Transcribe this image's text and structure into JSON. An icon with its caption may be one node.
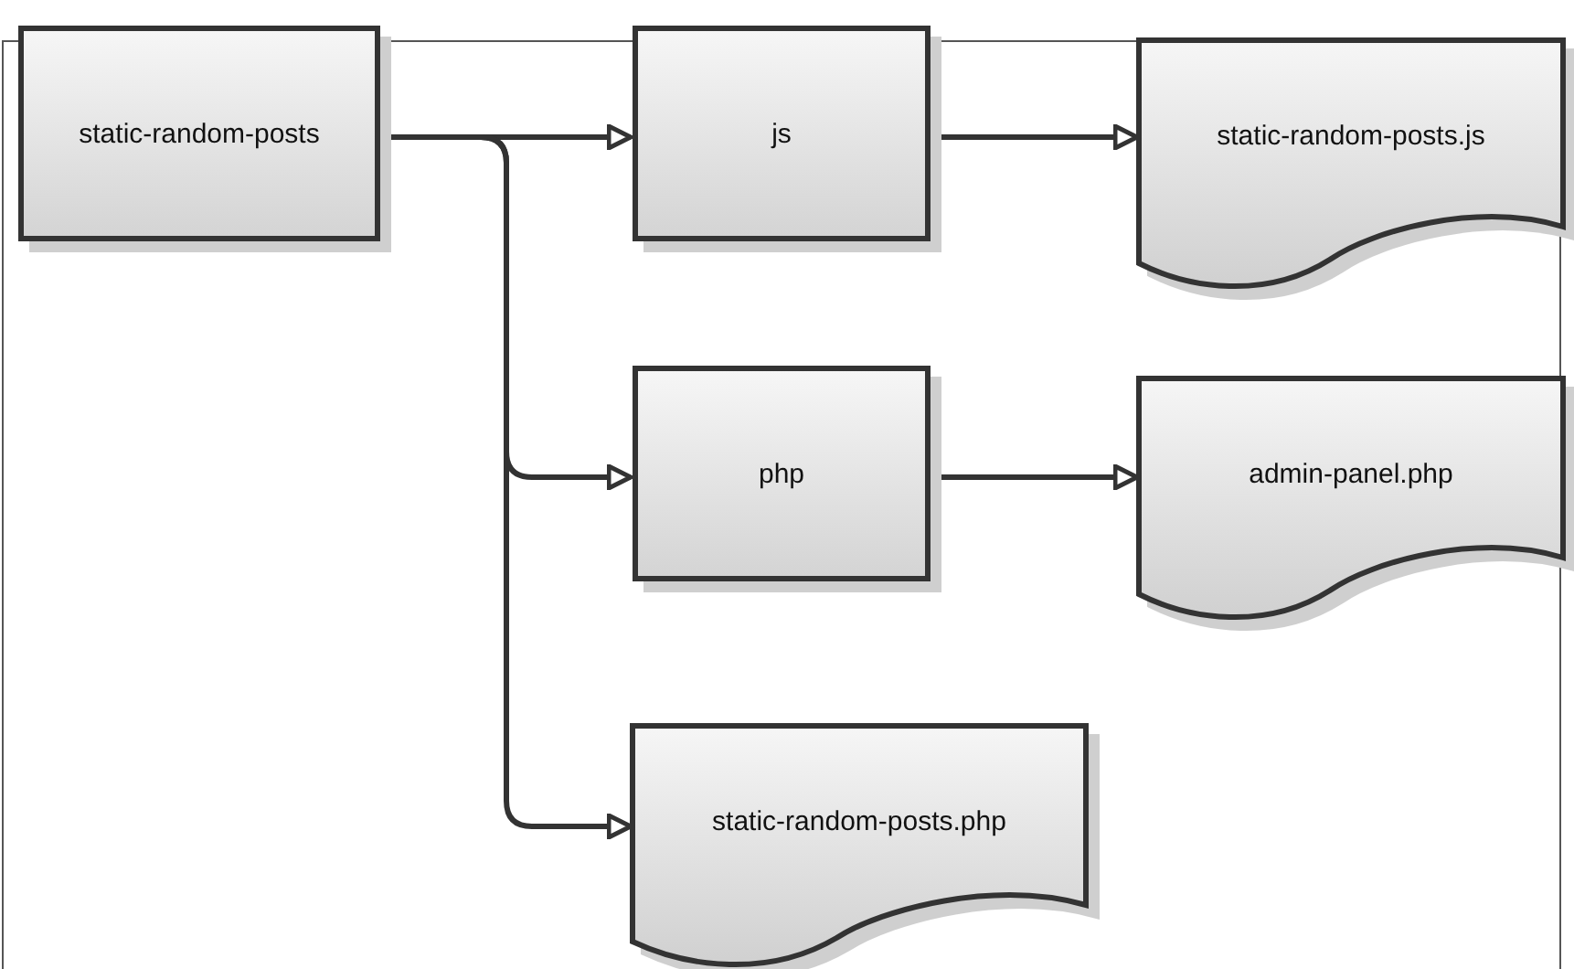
{
  "diagram": {
    "nodes": [
      {
        "text": [
          "static-random-posts"
        ]
      },
      {
        "text": [
          "js"
        ]
      },
      {
        "text": [
          "static-random-posts.js"
        ]
      },
      {
        "text": [
          "php"
        ]
      },
      {
        "text": [
          "admin-panel.php"
        ]
      },
      {
        "text": [
          "static-random-posts.php"
        ]
      }
    ],
    "edges": [
      {
        "from": 0,
        "to": 1,
        "arrow": "to"
      },
      {
        "from": 0,
        "to": 3,
        "arrow": "to"
      },
      {
        "from": 0,
        "to": 5,
        "arrow": "to"
      },
      {
        "from": 1,
        "to": 2,
        "arrow": "to"
      },
      {
        "from": 3,
        "to": 4,
        "arrow": "to"
      }
    ]
  }
}
